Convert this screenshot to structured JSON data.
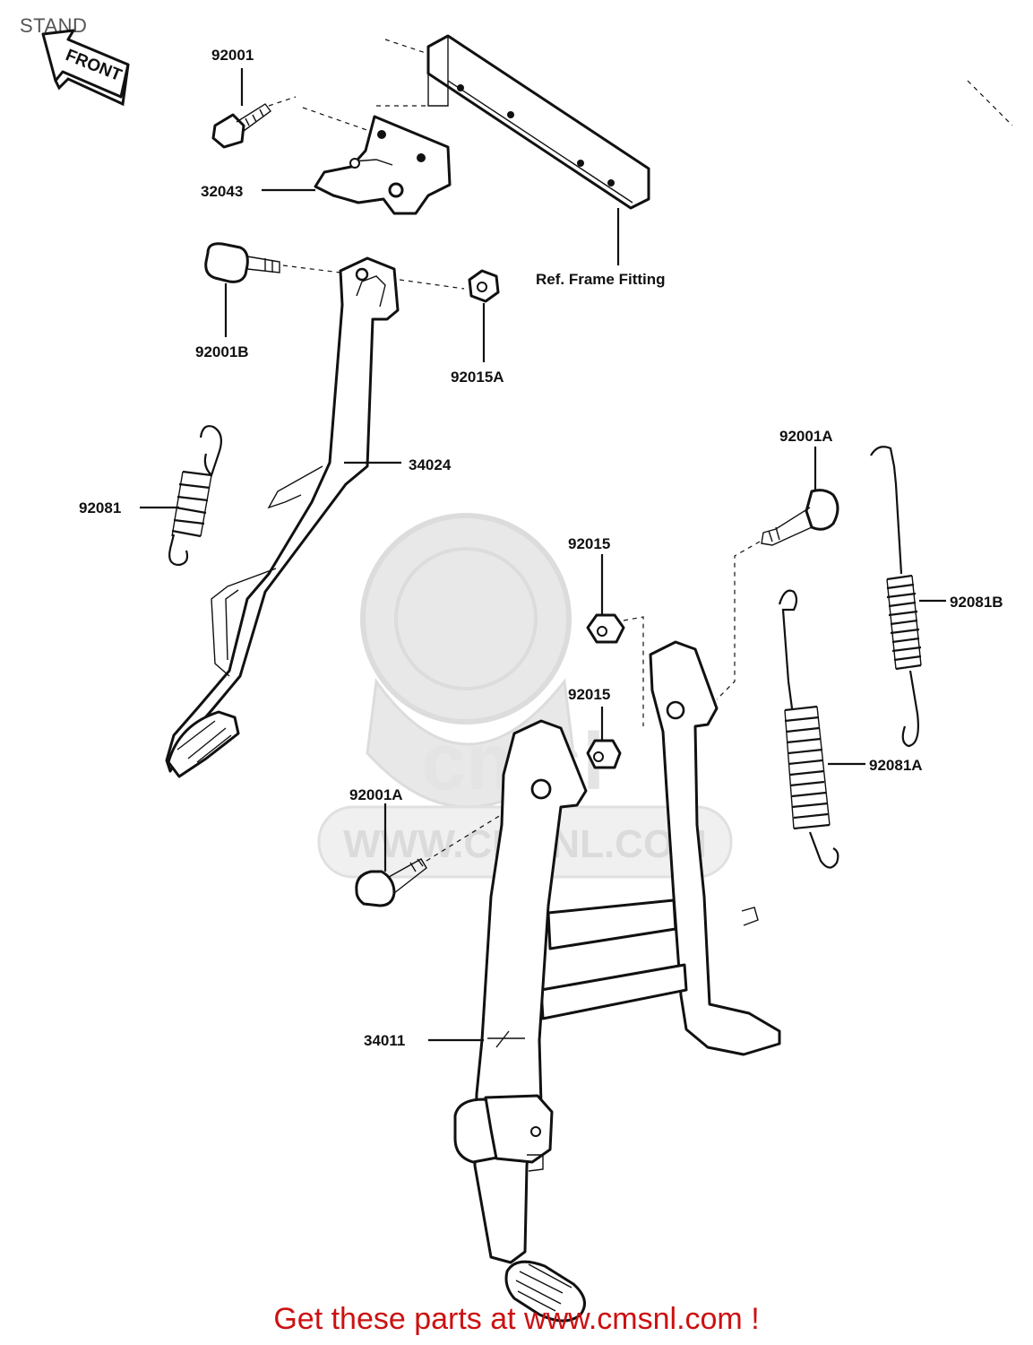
{
  "section_title": "STAND",
  "front_arrow_label": "FRONT",
  "watermark_text": "WWW.CMSNL.COM",
  "watermark_logo_text": "cmsl",
  "footer_text": "Get these parts at www.cmsnl.com !",
  "reference_label": "Ref. Frame Fitting",
  "parts": [
    {
      "id": "p-92001",
      "number": "92001"
    },
    {
      "id": "p-32043",
      "number": "32043"
    },
    {
      "id": "p-92001B",
      "number": "92001B"
    },
    {
      "id": "p-92015A",
      "number": "92015A"
    },
    {
      "id": "p-34024",
      "number": "34024"
    },
    {
      "id": "p-92081",
      "number": "92081"
    },
    {
      "id": "p-92001A-top",
      "number": "92001A"
    },
    {
      "id": "p-92081B",
      "number": "92081B"
    },
    {
      "id": "p-92015-upper",
      "number": "92015"
    },
    {
      "id": "p-92015-lower",
      "number": "92015"
    },
    {
      "id": "p-92081A",
      "number": "92081A"
    },
    {
      "id": "p-92001A-bottom",
      "number": "92001A"
    },
    {
      "id": "p-34011",
      "number": "34011"
    }
  ],
  "colors": {
    "line": "#111111",
    "footer": "#cc1111",
    "watermark": "#e6e6e6",
    "title": "#555555"
  }
}
